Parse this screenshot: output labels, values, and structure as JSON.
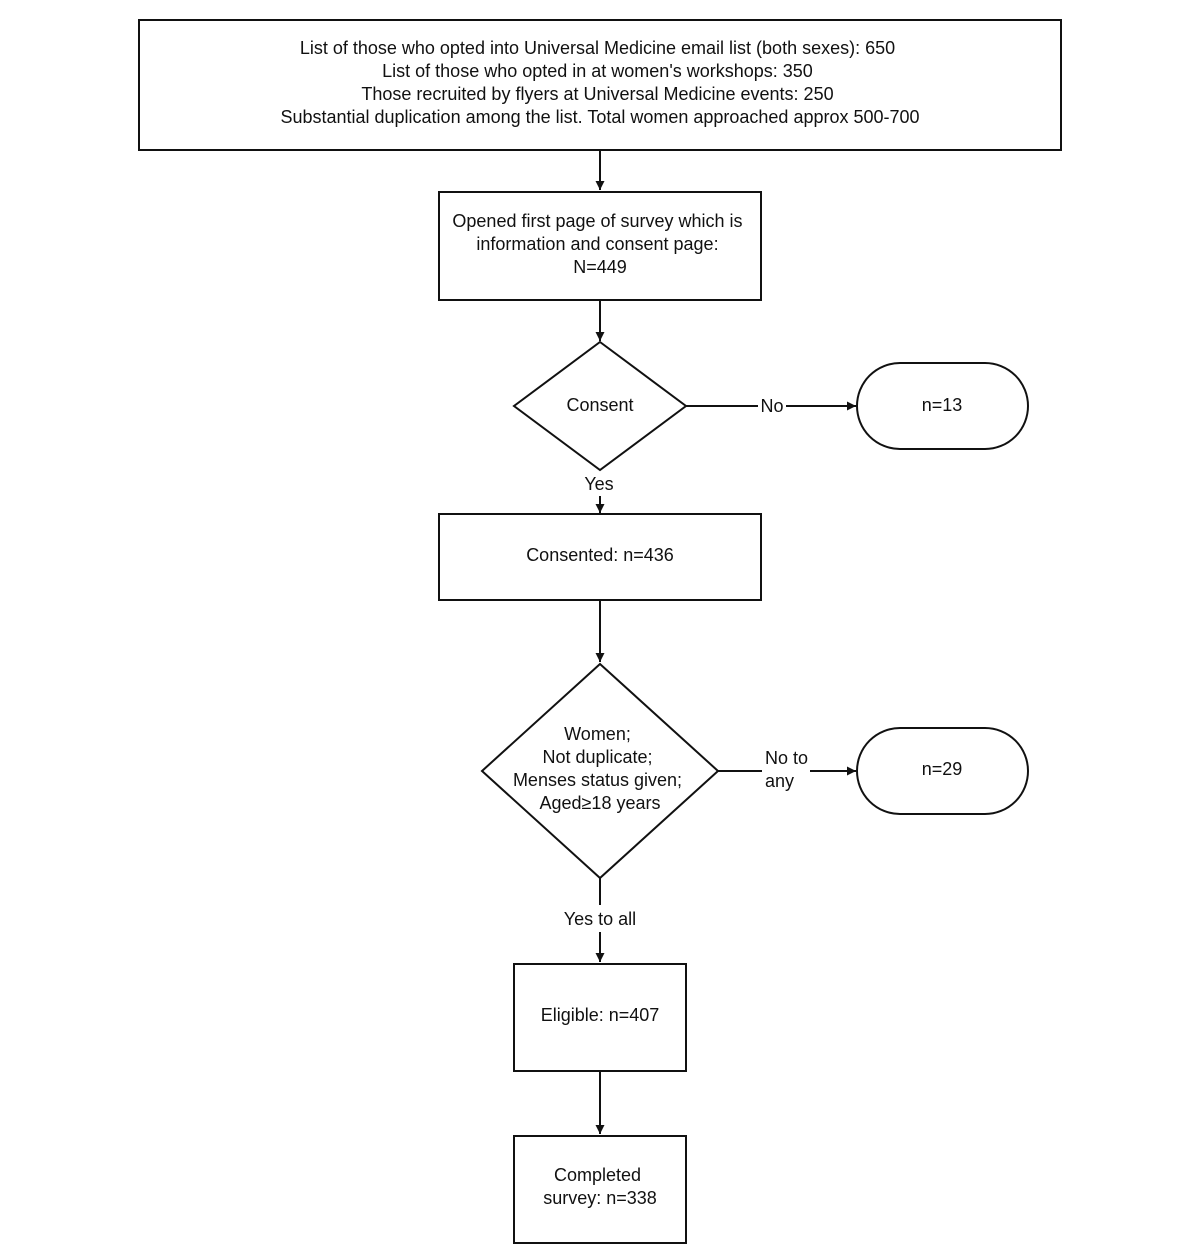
{
  "diagram": {
    "nodes": {
      "sources": {
        "lines": [
          "List of those who opted into Universal Medicine email list (both sexes): 650",
          "List of those who opted in at women's workshops: 350",
          "Those recruited by flyers at Universal Medicine events: 250",
          "Substantial duplication among the list. Total women approached approx 500-700"
        ]
      },
      "opened": {
        "lines": [
          "Opened first page of survey which is",
          "information and consent page:",
          "N=449"
        ]
      },
      "consent_decision": {
        "lines": [
          "Consent"
        ]
      },
      "excluded_consent": {
        "lines": [
          "n=13"
        ]
      },
      "consented": {
        "lines": [
          "Consented: n=436"
        ]
      },
      "eligibility_decision": {
        "lines": [
          "Women;",
          "Not duplicate;",
          "Menses status given;",
          "Aged≥18 years"
        ]
      },
      "excluded_eligibility": {
        "lines": [
          "n=29"
        ]
      },
      "eligible": {
        "lines": [
          "Eligible: n=407"
        ]
      },
      "completed": {
        "lines": [
          "Completed",
          "survey: n=338"
        ]
      }
    },
    "edge_labels": {
      "consent_no": "No",
      "consent_yes": "Yes",
      "eligibility_no": [
        "No to",
        "any"
      ],
      "eligibility_yes": "Yes to all"
    }
  }
}
